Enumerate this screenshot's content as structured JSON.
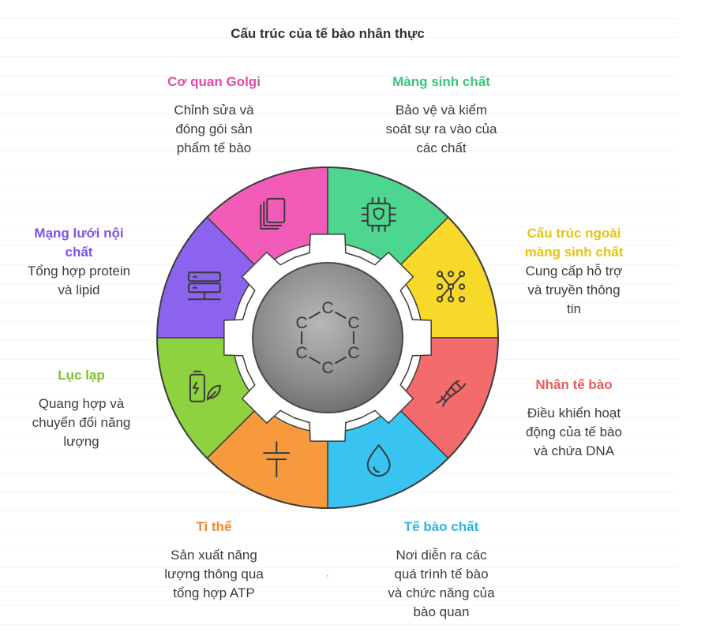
{
  "title": "Cấu trúc của tế bào nhân thực",
  "center_hex_letter": "C",
  "segments": [
    {
      "id": "membrane",
      "head": "Màng sinh chất",
      "desc": [
        "Bảo vệ và kiểm",
        "soát sự ra vào của",
        "các chất"
      ],
      "color": "#4dd68f",
      "head_color": "#3cc37e",
      "icon": "chip-shield-icon"
    },
    {
      "id": "extracellular",
      "head": [
        "Cấu trúc ngoài",
        "màng sinh chất"
      ],
      "desc": [
        "Cung cấp hỗ trợ",
        "và truyền thông",
        "tin"
      ],
      "color": "#f7d92a",
      "head_color": "#e2c516",
      "icon": "network-icon"
    },
    {
      "id": "nucleus",
      "head": "Nhân tế bào",
      "desc": [
        "Điều khiển hoạt",
        "động của tế bào",
        "và chứa DNA"
      ],
      "color": "#f36b6b",
      "head_color": "#e85c5c",
      "icon": "dna-icon"
    },
    {
      "id": "cytoplasm",
      "head": "Tế bào chất",
      "desc": [
        "Nơi diễn ra các",
        "quá trình tế bào",
        "và chức năng của",
        "bào quan"
      ],
      "color": "#38c3f0",
      "head_color": "#2fb3e0",
      "icon": "droplet-icon"
    },
    {
      "id": "mitochondria",
      "head": "Ti thể",
      "desc": [
        "Sản xuất năng",
        "lượng thông qua",
        "tổng hợp ATP"
      ],
      "color": "#f79a3e",
      "head_color": "#ef8a2c",
      "icon": "capacitor-icon"
    },
    {
      "id": "chloroplast",
      "head": "Lục lạp",
      "desc": [
        "Quang hợp và",
        "chuyển đổi năng",
        "lượng"
      ],
      "color": "#8fd23f",
      "head_color": "#7cc22e",
      "icon": "battery-leaf-icon"
    },
    {
      "id": "er",
      "head": [
        "Mạng lưới nội",
        "chất"
      ],
      "desc": [
        "Tổng hợp protein",
        "và lipid"
      ],
      "color": "#8b63ee",
      "head_color": "#7b55e6",
      "icon": "server-icon"
    },
    {
      "id": "golgi",
      "head": "Cơ quan Golgi",
      "desc": [
        "Chỉnh sửa và",
        "đóng gói sản",
        "phẩm tế bào"
      ],
      "color": "#f25cb8",
      "head_color": "#e24aa8",
      "icon": "documents-icon"
    }
  ]
}
